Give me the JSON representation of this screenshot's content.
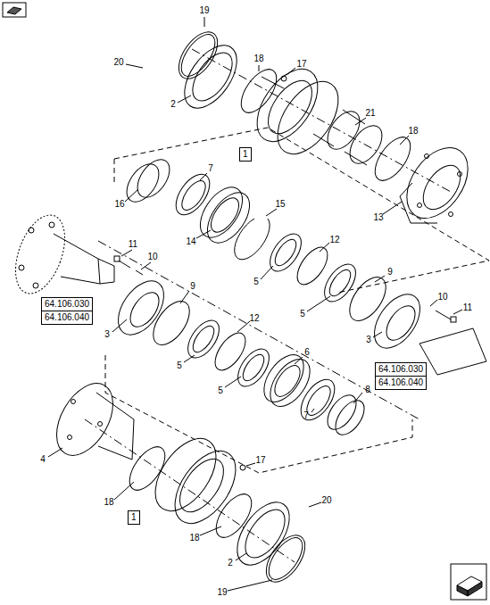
{
  "diagram": {
    "nodes": [
      {
        "text": [
          "1"
        ]
      },
      {
        "text": [
          "64.106.030",
          "64.106.040"
        ]
      },
      {
        "text": [
          "64.106.030",
          "64.106.040"
        ]
      },
      {
        "text": [
          "1"
        ]
      }
    ],
    "labels": [
      "19",
      "20",
      "2",
      "18",
      "17",
      "21",
      "18",
      "13",
      "16",
      "7",
      "14",
      "15",
      "12",
      "5",
      "5",
      "9",
      "11",
      "10",
      "3",
      "9",
      "12",
      "5",
      "5",
      "6",
      "10",
      "11",
      "3",
      "8",
      "7",
      "4",
      "18",
      "17",
      "18",
      "20",
      "2",
      "19"
    ]
  }
}
